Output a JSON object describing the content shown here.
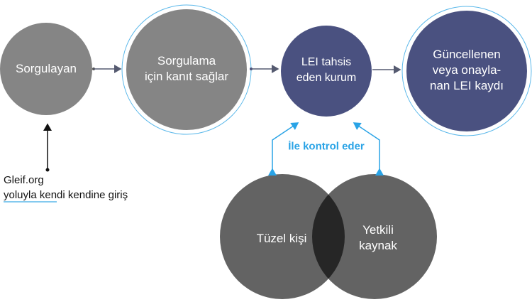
{
  "nodes": {
    "requester": "Sorgulayan",
    "evidence_line1": "Sorgulama",
    "evidence_line2": "için kanıt sağlar",
    "issuer_line1": "LEI tahsis",
    "issuer_line2": "eden kurum",
    "record_line1": "Güncellenen",
    "record_line2": "veya onayla-",
    "record_line3": "nan LEI kaydı",
    "legal_entity": "Tüzel kişi",
    "authorized_line1": "Yetkili",
    "authorized_line2": "kaynak"
  },
  "control_label": "İle kontrol eder",
  "self_registration": {
    "line1": "Gleif.org",
    "line2": "yoluyla kendi kendine giriş"
  },
  "colors": {
    "gray": "#858585",
    "navy": "#4a5180",
    "venn": "#636363",
    "overlap": "#262626",
    "accent": "#29a3e6"
  }
}
